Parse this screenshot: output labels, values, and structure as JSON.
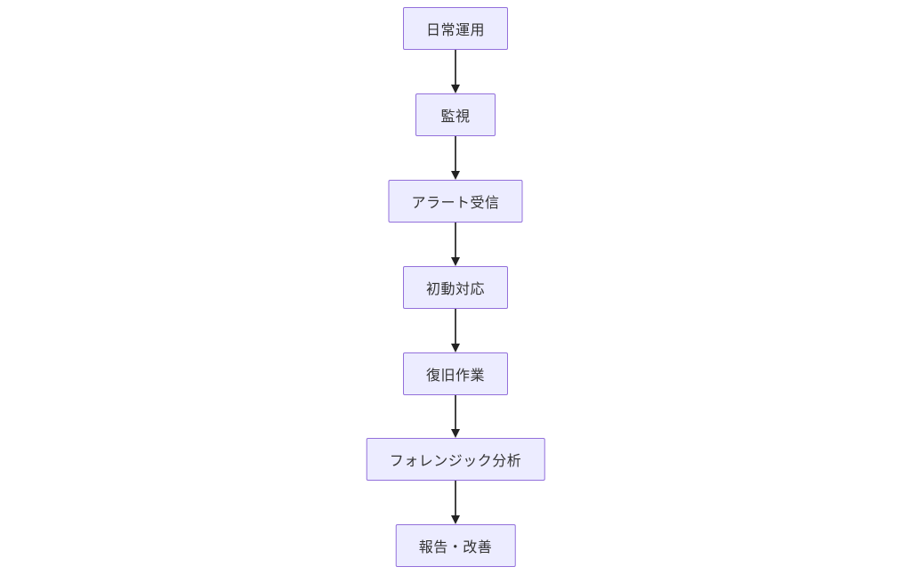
{
  "diagram": {
    "type": "flowchart",
    "direction": "top-down",
    "nodes": [
      {
        "label": "日常運用"
      },
      {
        "label": "監視"
      },
      {
        "label": "アラート受信"
      },
      {
        "label": "初動対応"
      },
      {
        "label": "復旧作業"
      },
      {
        "label": "フォレンジック分析"
      },
      {
        "label": "報告・改善"
      }
    ],
    "edges": [
      {
        "from": 0,
        "to": 1
      },
      {
        "from": 1,
        "to": 2
      },
      {
        "from": 2,
        "to": 3
      },
      {
        "from": 3,
        "to": 4
      },
      {
        "from": 4,
        "to": 5
      },
      {
        "from": 5,
        "to": 6
      }
    ],
    "colors": {
      "node_fill": "#ECECFF",
      "node_border": "#9370DB",
      "node_text": "#333333",
      "edge_line": "#444444",
      "edge_head": "#222222",
      "background": "#FFFFFF"
    }
  }
}
